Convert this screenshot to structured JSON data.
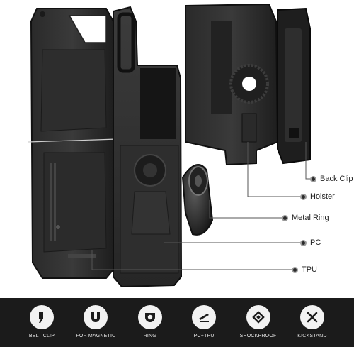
{
  "callouts": [
    {
      "label": "Back Clip"
    },
    {
      "label": "Holster"
    },
    {
      "label": "Metal Ring"
    },
    {
      "label": "PC"
    },
    {
      "label": "TPU"
    }
  ],
  "features": [
    {
      "label": "BELT CLIP",
      "icon": "belt-clip-icon"
    },
    {
      "label": "FOR MAGNETIC",
      "icon": "magnet-icon"
    },
    {
      "label": "RING",
      "icon": "ring-icon"
    },
    {
      "label": "PC+TPU",
      "icon": "layers-icon"
    },
    {
      "label": "SHOCKPROOF",
      "icon": "shockproof-icon"
    },
    {
      "label": "KICKSTAND",
      "icon": "kickstand-icon"
    }
  ]
}
